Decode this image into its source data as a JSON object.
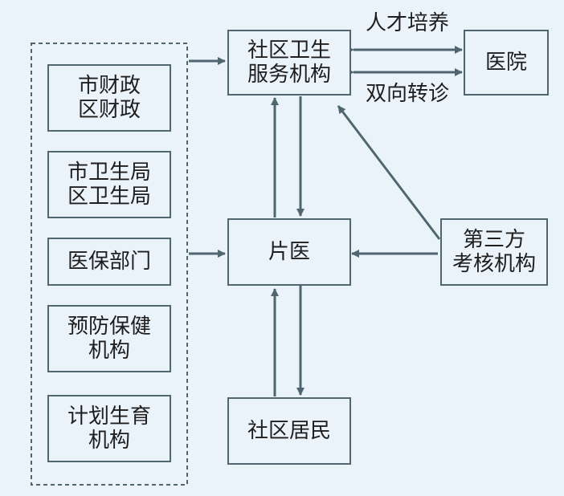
{
  "nodes": {
    "city_finance": "市财政\n区财政",
    "health_bureau": "市卫生局\n区卫生局",
    "medical_insurance": "医保部门",
    "prevention": "预防保健\n机构",
    "family_planning": "计划生育\n机构",
    "community_center": "社区卫生\n服务机构",
    "hospital": "医院",
    "area_doctor": "片医",
    "third_party": "第三方\n考核机构",
    "residents": "社区居民"
  },
  "edge_labels": {
    "talent_training": "人才培养",
    "two_way_referral": "双向转诊"
  },
  "colors": {
    "line": "#4f6670",
    "background": "#eaf3fa",
    "text": "#1e1e1e"
  }
}
